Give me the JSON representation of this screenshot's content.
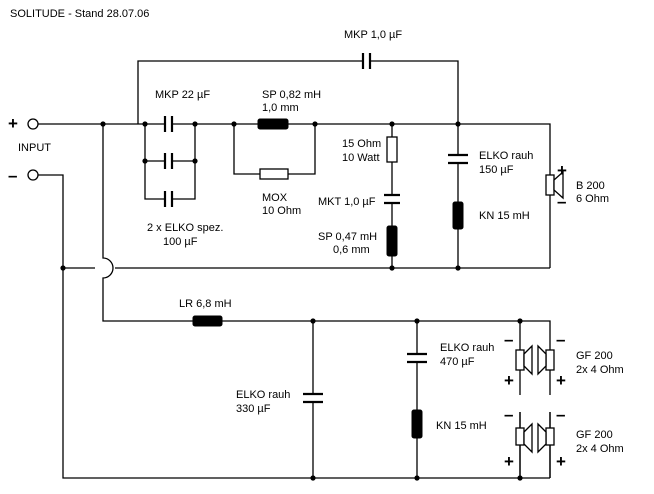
{
  "title": "SOLITUDE - Stand 28.07.06",
  "input": {
    "label": "INPUT",
    "plus": "+",
    "minus": "–"
  },
  "tweeter_section": {
    "bypass_cap": "MKP 1,0 µF",
    "series_cap_mkp": "MKP 22 µF",
    "series_cap_elko": [
      "2 x ELKO spez.",
      "100 µF"
    ],
    "series_coil": [
      "SP 0,82 mH",
      "1,0 mm"
    ],
    "parallel_res": [
      "MOX",
      "10 Ohm"
    ],
    "zobel_res": [
      "15 Ohm",
      "10 Watt"
    ],
    "zobel_cap": "MKT 1,0 µF",
    "zobel_coil": [
      "SP 0,47 mH",
      "0,6 mm"
    ],
    "shunt_cap": [
      "ELKO rauh",
      "150 µF"
    ],
    "shunt_coil": "KN 15 mH",
    "driver": [
      "B 200",
      "6 Ohm"
    ]
  },
  "woofer_section": {
    "series_coil": "LR 6,8 mH",
    "shunt_cap_1": [
      "ELKO rauh",
      "330 µF"
    ],
    "shunt_cap_2": [
      "ELKO rauh",
      "470 µF"
    ],
    "shunt_coil": "KN 15 mH",
    "driver_1": [
      "GF 200",
      "2x 4 Ohm"
    ],
    "driver_2": [
      "GF 200",
      "2x 4 Ohm"
    ]
  },
  "polarity": {
    "plus": "+",
    "minus": "–"
  }
}
